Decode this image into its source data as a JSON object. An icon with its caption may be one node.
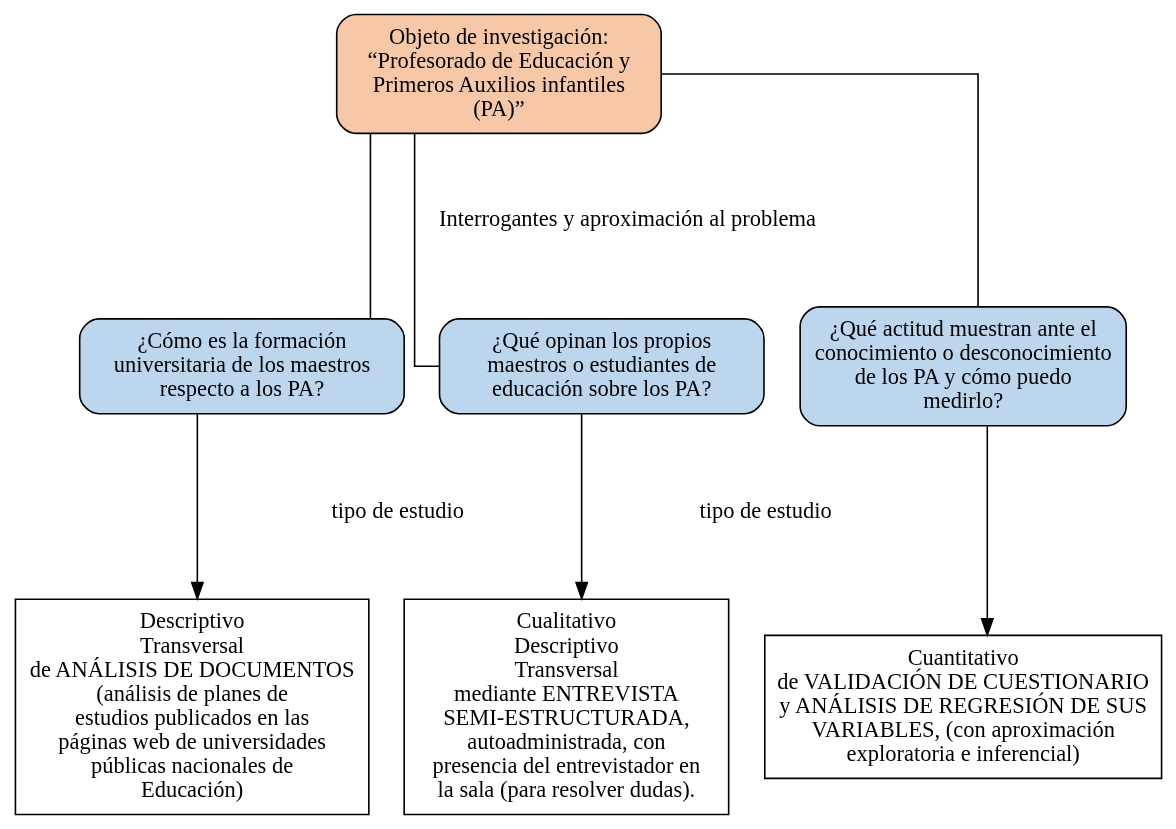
{
  "diagram": {
    "nodes": [
      {
        "text": [
          "Objeto de investigación: “Profesorado de Educación y Primeros Auxilios infantiles (PA)”"
        ]
      },
      {
        "text": [
          "¿Cómo es la formación universitaria de los maestros respecto a los PA?"
        ]
      },
      {
        "text": [
          "¿Qué opinan los propios maestros o estudiantes de educación sobre los PA?"
        ]
      },
      {
        "text": [
          "¿Qué actitud muestran ante el conocimiento o desconocimiento de los PA y cómo puedo medirlo?"
        ]
      },
      {
        "text": [
          "Descriptivo",
          "Transversal",
          "de ANÁLISIS DE DOCUMENTOS",
          "(análisis de planes de estudios publicados en las páginas web de universidades públicas nacionales de Educación)"
        ]
      },
      {
        "text": [
          "Cualitativo",
          "Descriptivo",
          "Transversal",
          "mediante ENTREVISTA SEMI-ESTRUCTURADA, autoadministrada, con presencia del entrevistador en la sala (para resolver dudas)."
        ]
      },
      {
        "text": [
          "Cuantitativo",
          "de VALIDACIÓN DE CUESTIONARIO y ANÁLISIS DE REGRESIÓN DE SUS VARIABLES, (con aproximación exploratoria e inferencial)"
        ]
      }
    ],
    "edges": [
      {
        "from": 0,
        "to": 1,
        "arrow": "none"
      },
      {
        "from": 0,
        "to": 2,
        "arrow": "none"
      },
      {
        "from": 0,
        "to": 3,
        "arrow": "none"
      },
      {
        "from": 1,
        "to": 4,
        "arrow": "to"
      },
      {
        "from": 2,
        "to": 5,
        "arrow": "to"
      },
      {
        "from": 3,
        "to": 6,
        "arrow": "to"
      }
    ],
    "labels": [
      "Interrogantes y aproximación al problema",
      "tipo de estudio",
      "tipo de estudio"
    ]
  }
}
